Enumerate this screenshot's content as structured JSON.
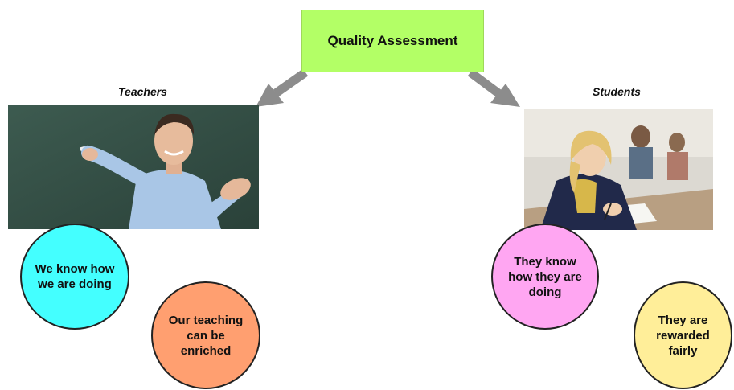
{
  "title": "Quality Assessment",
  "left": {
    "caption": "Teachers",
    "bubbles": [
      "We know how we are doing",
      "Our teaching can be enriched"
    ]
  },
  "right": {
    "caption": "Students",
    "bubbles": [
      "They know how they are doing",
      "They are rewarded fairly"
    ]
  },
  "colors": {
    "title_box": "#b3ff66",
    "arrow": "#8c8c8c",
    "bubble_cyan": "#44ffff",
    "bubble_salmon": "#ff9f70",
    "bubble_pink": "#ffa6f2",
    "bubble_yellow": "#ffee99"
  },
  "images": {
    "teacher": "teacher-photo",
    "students": "students-exam-photo"
  }
}
